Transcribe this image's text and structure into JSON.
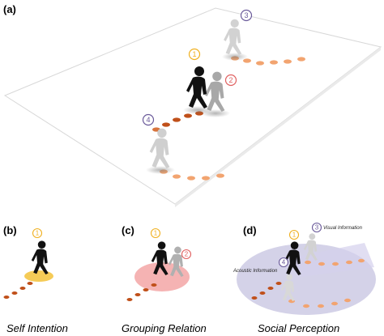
{
  "panels": {
    "a": {
      "label": "(a)"
    },
    "b": {
      "label": "(b)",
      "caption": "Self Intention"
    },
    "c": {
      "label": "(c)",
      "caption": "Grouping Relation"
    },
    "d": {
      "label": "(d)",
      "caption": "Social Perception",
      "visual_label": "Visual Information",
      "acoustic_label": "Acoustic Information"
    }
  },
  "markers": {
    "one": "1",
    "two": "2",
    "three": "3",
    "four": "4"
  },
  "colors": {
    "marker_one": "#f0b020",
    "marker_two": "#e06060",
    "marker_three": "#6a5a9a",
    "marker_four": "#6a5a9a",
    "footprint_dark": "#c0501a",
    "footprint_light": "#f2a470",
    "intention_ring": "#f3c23a",
    "group_ring": "#f08a8a",
    "perception_ring": "#b8b4d8"
  }
}
